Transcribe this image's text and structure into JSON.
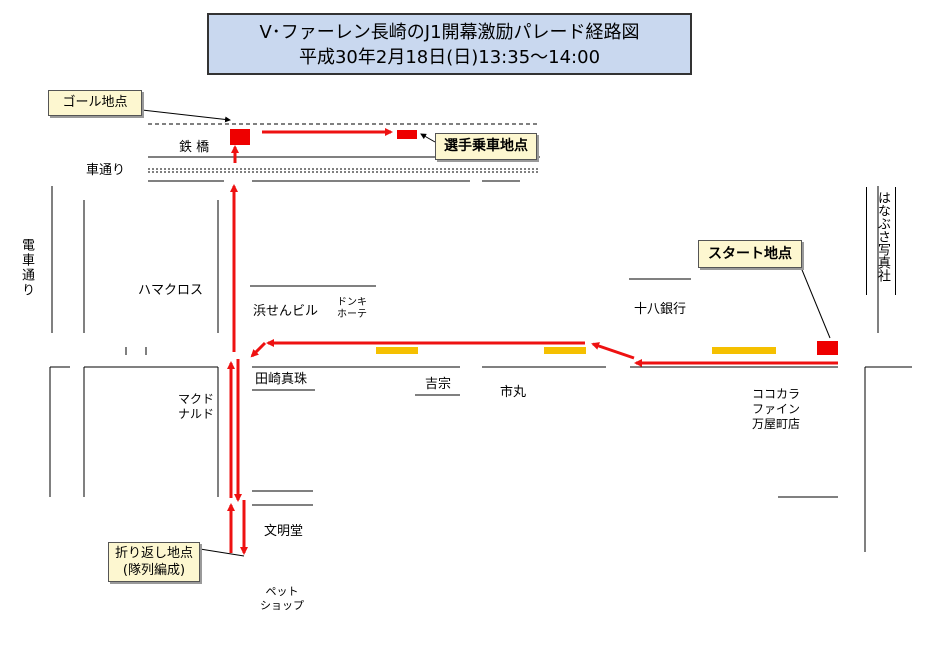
{
  "title": {
    "line1": "V･ファーレン長崎のJ1開幕激励パレード経路図",
    "line2": "平成30年2月18日(日)13:35～14:00"
  },
  "callouts": {
    "goal": "ゴール地点",
    "boarding": "選手乗車地点",
    "start": "スタート地点",
    "turnaround_line1": "折り返し地点",
    "turnaround_line2": "(隊列編成)"
  },
  "landmarks": {
    "tetsubashi": "鉄 橋",
    "kurumadori": "車通り",
    "densha": "電車通り",
    "hamacross": "ハマクロス",
    "hamasen": "浜せんビル",
    "donki_1": "ドンキ",
    "donki_2": "ホーテ",
    "juhachi": "十八銀行",
    "hanabusa": "はなぶさ写真社",
    "makudo_1": "マクド",
    "makudo_2": "ナルド",
    "tazaki": "田崎真珠",
    "yoshimune": "吉宗",
    "ichimaru": "市丸",
    "cococara_1": "ココカラ",
    "cococara_2": "ファイン",
    "cococara_3": "万屋町店",
    "bunmeido": "文明堂",
    "pet_1": "ペット",
    "pet_2": "ショップ"
  },
  "colors": {
    "route": "#ee1111",
    "vehicle": "#ee0000",
    "waiting": "#f5c000",
    "title_bg": "#c9d8ef",
    "callout_bg": "#fdf7d0"
  }
}
